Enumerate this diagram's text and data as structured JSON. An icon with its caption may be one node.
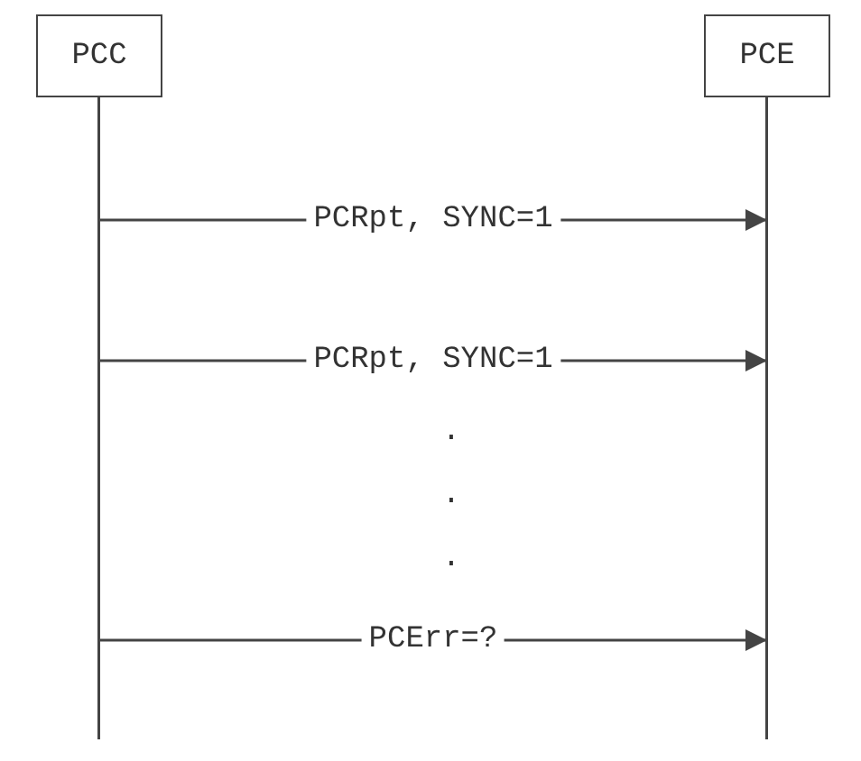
{
  "diagram": {
    "nodes": [
      {
        "text": [
          "PCC"
        ]
      },
      {
        "text": [
          "PCE"
        ]
      }
    ],
    "edges": [
      {
        "from": 0,
        "to": 1,
        "arrow": "to",
        "label": "PCRpt, SYNC=1"
      },
      {
        "from": 0,
        "to": 1,
        "arrow": "to",
        "label": "PCRpt, SYNC=1"
      },
      {
        "from": 0,
        "to": 1,
        "arrow": "to",
        "label": "PCErr=?"
      }
    ],
    "labels": [
      ".",
      ".",
      "."
    ]
  }
}
